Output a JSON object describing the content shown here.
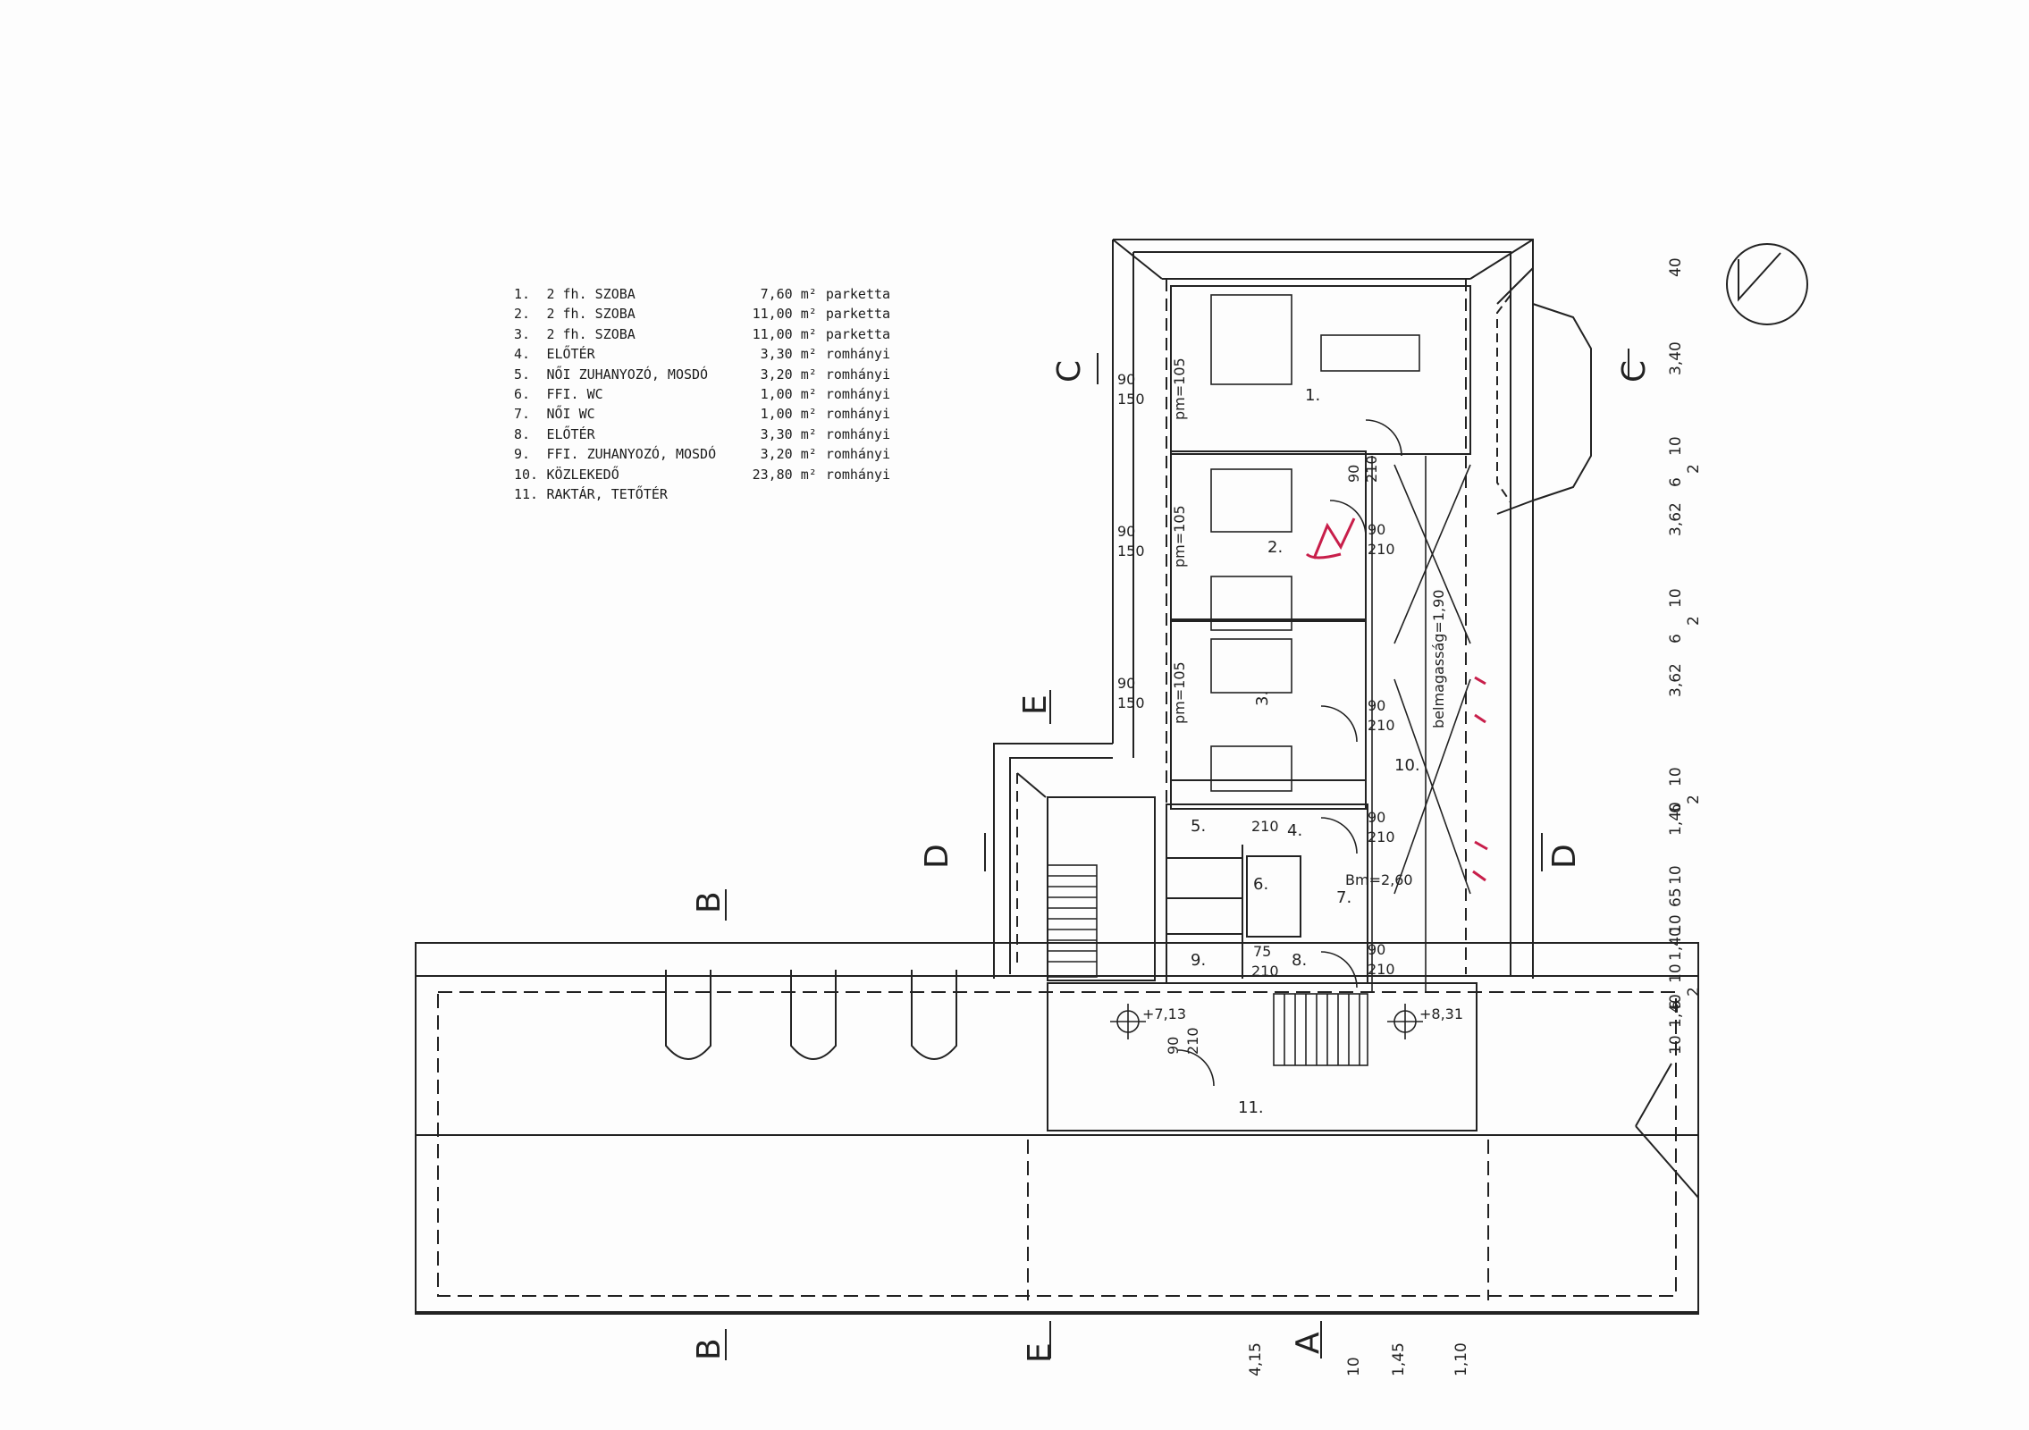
{
  "legend": {
    "rooms": [
      {
        "num": "1.",
        "name": "2 fh. SZOBA",
        "area": "7,60 m²",
        "material": "parketta"
      },
      {
        "num": "2.",
        "name": "2 fh. SZOBA",
        "area": "11,00 m²",
        "material": "parketta"
      },
      {
        "num": "3.",
        "name": "2 fh. SZOBA",
        "area": "11,00 m²",
        "material": "parketta"
      },
      {
        "num": "4.",
        "name": "ELŐTÉR",
        "area": "3,30 m²",
        "material": "romhányi"
      },
      {
        "num": "5.",
        "name": "NŐI ZUHANYOZÓ, MOSDÓ",
        "area": "3,20 m²",
        "material": "romhányi"
      },
      {
        "num": "6.",
        "name": "FFI. WC",
        "area": "1,00 m²",
        "material": "romhányi"
      },
      {
        "num": "7.",
        "name": "NŐI WC",
        "area": "1,00 m²",
        "material": "romhányi"
      },
      {
        "num": "8.",
        "name": "ELŐTÉR",
        "area": "3,30 m²",
        "material": "romhányi"
      },
      {
        "num": "9.",
        "name": "FFI. ZUHANYOZÓ, MOSDÓ",
        "area": "3,20 m²",
        "material": "romhányi"
      },
      {
        "num": "10.",
        "name": "KÖZLEKEDŐ",
        "area": "23,80 m²",
        "material": "romhányi"
      },
      {
        "num": "11.",
        "name": "RAKTÁR, TETŐTÉR",
        "area": "",
        "material": ""
      }
    ]
  },
  "section_markers": {
    "c_left": "C",
    "c_right": "C",
    "e_top": "E",
    "d_left": "D",
    "d_right": "D",
    "b_top": "B",
    "b_bottom": "B",
    "e_bottom": "E",
    "a_bottom": "A"
  },
  "room_labels": {
    "r1": "1.",
    "r2": "2.",
    "r3": "3.",
    "r4": "4.",
    "r5": "5.",
    "r6": "6.",
    "r7": "7.",
    "r8": "8.",
    "r9": "9.",
    "r10": "10.",
    "r11": "11."
  },
  "annotations": {
    "win_w": "90",
    "win_h": "150",
    "parapet": "pm=105",
    "door_w": "90",
    "door_h": "210",
    "door_small_w": "75",
    "ceiling_height": "Bm=2,60",
    "corridor_height": "belmagasság=1,90",
    "level_left": "+7,13",
    "level_right": "+8,31"
  },
  "dimensions": {
    "right": [
      "40",
      "3,40",
      "10",
      "2",
      "6",
      "3,62",
      "10",
      "2",
      "6",
      "3,62",
      "10",
      "2",
      "6",
      "1,40",
      "10",
      "65",
      "10",
      "1,40",
      "10",
      "2",
      "6",
      "1,40",
      "10"
    ],
    "bottom": [
      "4,15",
      "10",
      "1,45",
      "1,10"
    ]
  },
  "colors": {
    "ink": "#222222",
    "red_mark": "#c81e4a"
  }
}
